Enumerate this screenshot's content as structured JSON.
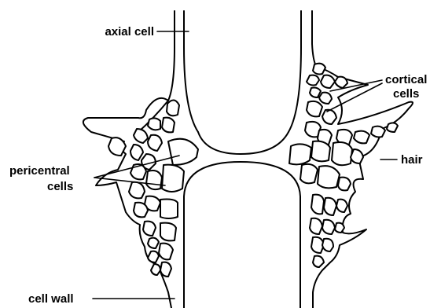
{
  "labels": {
    "axial_cell": "axial cell",
    "cortical_line1": "cortical",
    "cortical_line2": "cells",
    "hair": "hair",
    "pericentral_line1": "pericentral",
    "pericentral_line2": "cells",
    "cell_wall": "cell wall"
  },
  "colors": {
    "ink": "#000000",
    "background": "#ffffff"
  }
}
